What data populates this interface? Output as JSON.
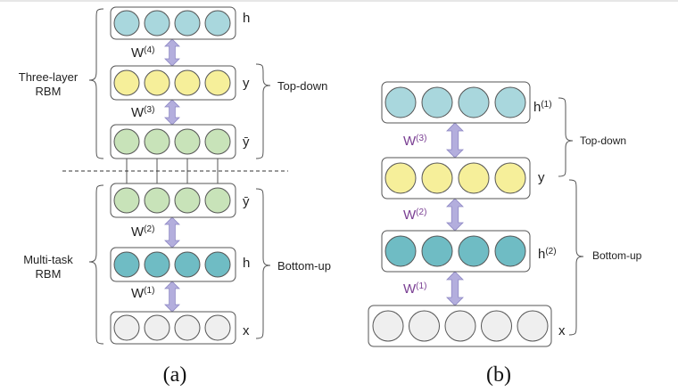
{
  "colors": {
    "teal": "#a9d7dd",
    "yellow": "#f6ef9a",
    "green": "#c8e3b9",
    "dark_teal": "#6fbcc4",
    "gray": "#efefef",
    "arrow": "#b3aedd",
    "purple_text": "#7a3f93",
    "black_text": "#222222"
  },
  "panel_a": {
    "caption": "(a)",
    "layers": [
      {
        "name": "layer-h-top",
        "label": "h",
        "color": "teal",
        "count": 4
      },
      {
        "name": "layer-y",
        "label": "y",
        "color": "yellow",
        "count": 4
      },
      {
        "name": "layer-ybar-top",
        "label": "ȳ",
        "color": "green",
        "count": 4
      },
      {
        "name": "layer-ybar-bottom",
        "label": "ȳ",
        "color": "green",
        "count": 4
      },
      {
        "name": "layer-h-bottom",
        "label": "h",
        "color": "dark_teal",
        "count": 4
      },
      {
        "name": "layer-x",
        "label": "x",
        "color": "gray",
        "count": 4
      }
    ],
    "weights": [
      {
        "base": "W",
        "sup": "(4)"
      },
      {
        "base": "W",
        "sup": "(3)"
      },
      {
        "base": "W",
        "sup": "(2)"
      },
      {
        "base": "W",
        "sup": "(1)"
      }
    ],
    "group_labels": {
      "three_layer_line1": "Three-layer",
      "three_layer_line2": "RBM",
      "multi_task_line1": "Multi-task",
      "multi_task_line2": "RBM",
      "top_down": "Top-down",
      "bottom_up": "Bottom-up"
    }
  },
  "panel_b": {
    "caption": "(b)",
    "layers": [
      {
        "name": "layer-h1",
        "label_base": "h",
        "label_sup": "(1)",
        "color": "teal",
        "count": 4
      },
      {
        "name": "layer-y",
        "label_base": "y",
        "label_sup": "",
        "color": "yellow",
        "count": 4
      },
      {
        "name": "layer-h2",
        "label_base": "h",
        "label_sup": "(2)",
        "color": "dark_teal",
        "count": 4
      },
      {
        "name": "layer-x",
        "label_base": "x",
        "label_sup": "",
        "color": "gray",
        "count": 5
      }
    ],
    "weights": [
      {
        "base": "W",
        "sup": "(3)"
      },
      {
        "base": "W",
        "sup": "(2)"
      },
      {
        "base": "W",
        "sup": "(1)"
      }
    ],
    "group_labels": {
      "top_down": "Top-down",
      "bottom_up": "Bottom-up"
    }
  }
}
